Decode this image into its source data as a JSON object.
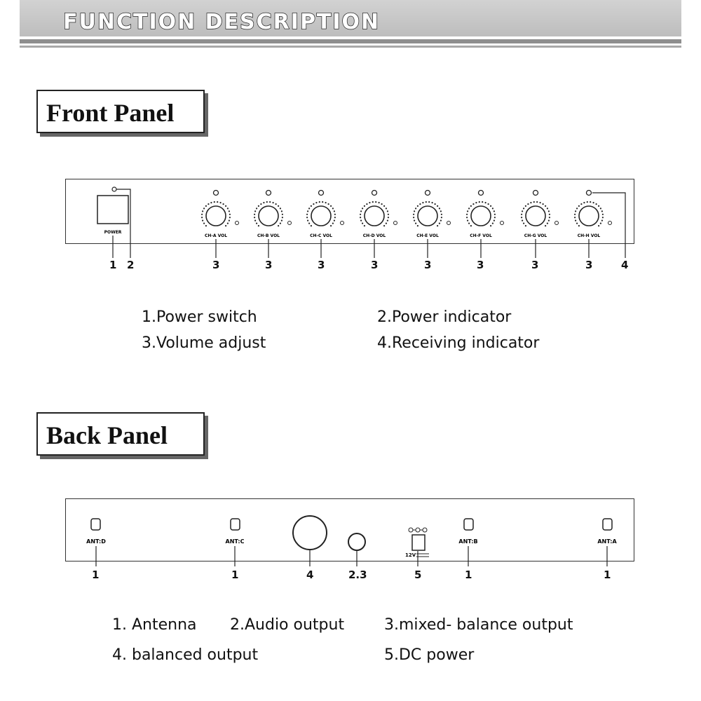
{
  "header": {
    "title": "FUNCTION DESCRIPTION"
  },
  "front": {
    "title": "Front Panel",
    "power_label": "POWER",
    "channels": [
      "CH-A VOL",
      "CH-B VOL",
      "CH-C VOL",
      "CH-D VOL",
      "CH-E VOL",
      "CH-F VOL",
      "CH-G VOL",
      "CH-H VOL"
    ],
    "callouts": {
      "power_switch": "1",
      "power_indicator": "2",
      "volume": [
        "3",
        "3",
        "3",
        "3",
        "3",
        "3",
        "3",
        "3"
      ],
      "receiving_indicator": "4"
    },
    "legend": [
      "1.Power switch",
      "2.Power indicator",
      "3.Volume adjust",
      "4.Receiving indicator"
    ]
  },
  "back": {
    "title": "Back Panel",
    "antennas": [
      "ANT:D",
      "ANT:C",
      "ANT:B",
      "ANT:A"
    ],
    "dc_label": "12V",
    "callouts": [
      "1",
      "1",
      "4",
      "2.3",
      "5",
      "1",
      "1"
    ],
    "legend": [
      "1. Antenna",
      "2.Audio output",
      "3.mixed- balance output",
      "4. balanced output",
      "5.DC power"
    ]
  }
}
